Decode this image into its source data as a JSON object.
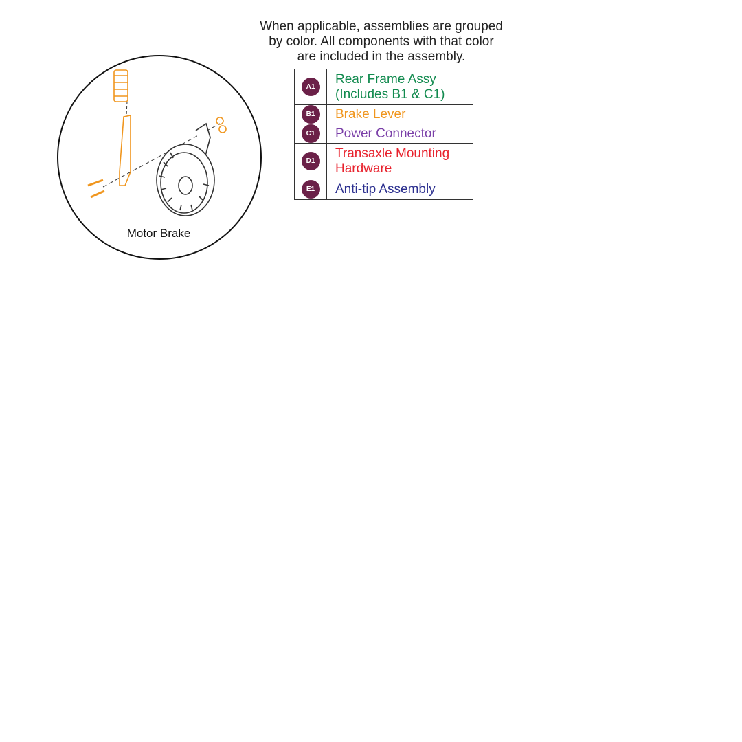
{
  "note_lines": [
    "When applicable, assemblies are grouped",
    "by color. All components with that color",
    "are included in the assembly."
  ],
  "legend": [
    {
      "code": "A1",
      "lines": [
        "Rear Frame Assy",
        "(Includes B1 & C1)"
      ],
      "color": "#118a4e"
    },
    {
      "code": "B1",
      "lines": [
        "Brake Lever"
      ],
      "color": "#f0961e"
    },
    {
      "code": "C1",
      "lines": [
        "Power Connector"
      ],
      "color": "#7a3fa8"
    },
    {
      "code": "D1",
      "lines": [
        "Transaxle Mounting",
        "Hardware"
      ],
      "color": "#e8222d"
    },
    {
      "code": "E1",
      "lines": [
        "Anti-tip Assembly"
      ],
      "color": "#2b2f8f"
    }
  ],
  "inset_caption": "Motor Brake",
  "badge_color": "#6b2148",
  "part_colors": {
    "frame": "#118a4e",
    "brake_lever": "#f0961e",
    "connector": "#7a3fa8",
    "hardware": "#e8222d",
    "antitip": "#2b2f8f",
    "neutral": "#333333"
  }
}
